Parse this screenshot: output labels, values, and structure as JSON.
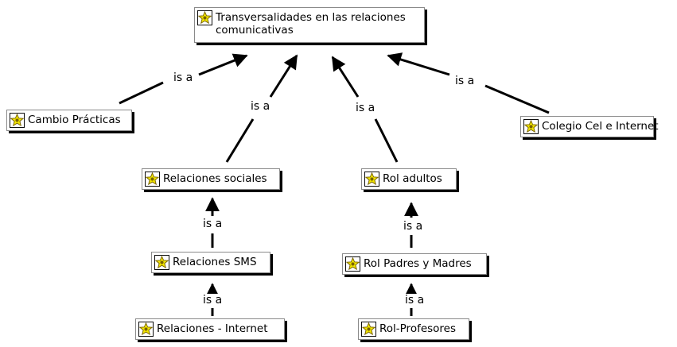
{
  "concept_map": {
    "root": {
      "label": "Transversalidades en las relaciones comunicativas"
    },
    "nodes": [
      {
        "label": "Cambio Prácticas"
      },
      {
        "label": "Relaciones sociales"
      },
      {
        "label": "Rol adultos"
      },
      {
        "label": "Colegio Cel e Internet"
      },
      {
        "label": "Relaciones SMS"
      },
      {
        "label": "Rol Padres y Madres"
      },
      {
        "label": "Relaciones - Internet"
      },
      {
        "label": "Rol-Profesores"
      }
    ],
    "links": [
      {
        "label": "is a"
      },
      {
        "label": "is a"
      },
      {
        "label": "is a"
      },
      {
        "label": "is a"
      },
      {
        "label": "is a"
      },
      {
        "label": "is a"
      },
      {
        "label": "is a"
      },
      {
        "label": "is a"
      }
    ]
  },
  "icon": "concept-star-icon",
  "colors": {
    "icon_fill": "#f2e600",
    "icon_stroke": "#7a6400",
    "shadow": "#000000"
  }
}
